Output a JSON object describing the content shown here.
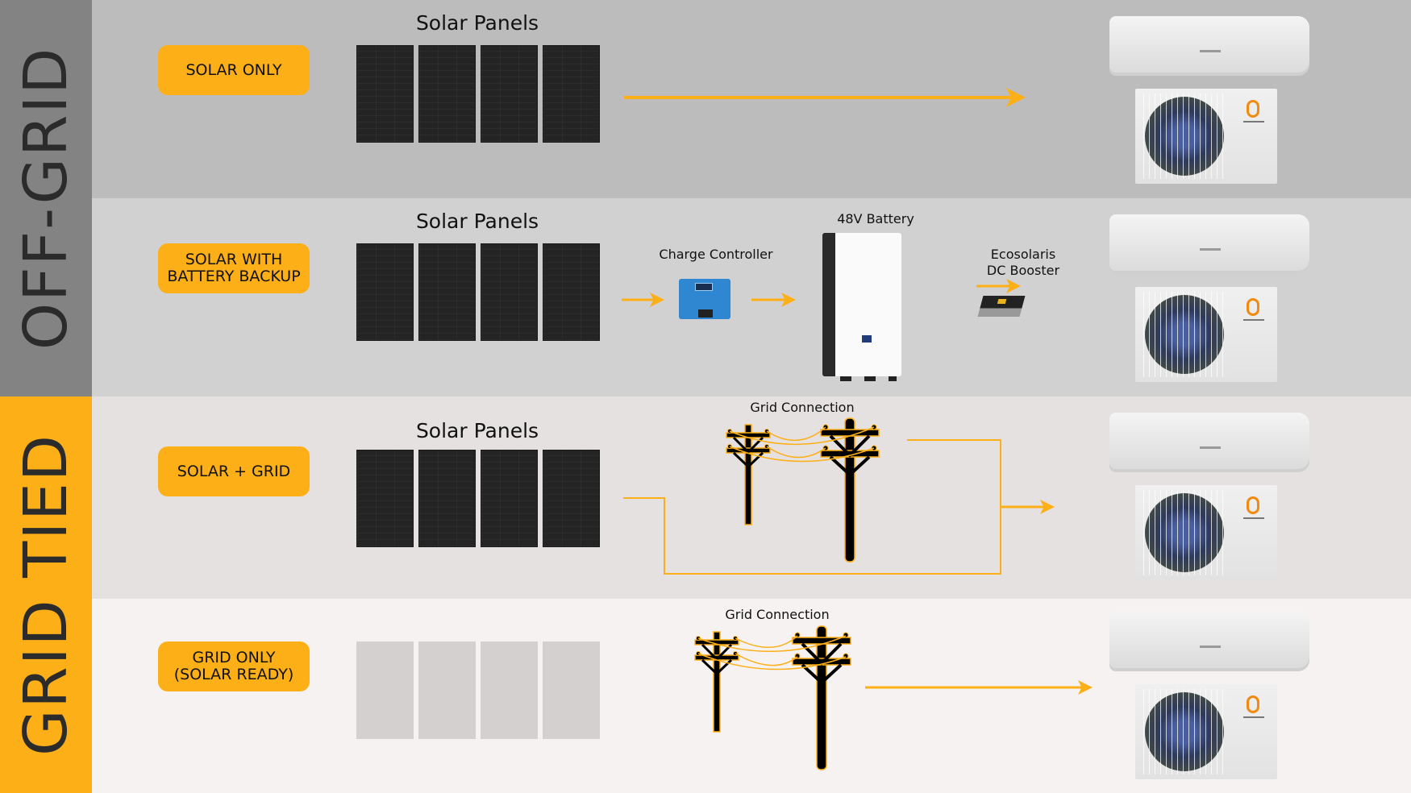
{
  "sections": {
    "off_grid": {
      "label": "OFF-GRID",
      "color": "#838383"
    },
    "grid_tied": {
      "label": "GRID TIED",
      "color": "#fdaf17"
    }
  },
  "accent_color": "#fdaf17",
  "rows": [
    {
      "pill": "SOLAR ONLY",
      "panels_title": "Solar Panels",
      "panels": 4,
      "flow": "Solar Panels → Mini-split AC",
      "bg": "#bcbcbc"
    },
    {
      "pill_line1": "SOLAR WITH",
      "pill_line2": "BATTERY BACKUP",
      "panels_title": "Solar Panels",
      "panels": 4,
      "charge_controller": "Charge Controller",
      "battery": "48V Battery",
      "booster_line1": "Ecosolaris",
      "booster_line2": "DC Booster",
      "flow": "Solar Panels → Charge Controller → 48V Battery → DC Booster → Mini-split AC",
      "bg": "#d1d1d1"
    },
    {
      "pill": "SOLAR + GRID",
      "panels_title": "Solar Panels",
      "panels": 4,
      "grid": "Grid Connection",
      "flow": "Solar Panels + Grid Connection → Mini-split AC",
      "bg": "#e5e1e1"
    },
    {
      "pill_line1": "GRID ONLY",
      "pill_line2": "(SOLAR READY)",
      "panels": 4,
      "panels_state": "ghosted",
      "grid": "Grid Connection",
      "flow": "Grid Connection → Mini-split AC",
      "bg": "#f7f2f2"
    }
  ],
  "icons": {
    "solar_panel": "solar-panel-icon",
    "arrow": "arrow-right-icon",
    "power_pole": "utility-pole-icon",
    "ac_unit": "mini-split-ac-icon",
    "charge_controller": "charge-controller-icon",
    "battery": "battery-icon",
    "booster": "dc-booster-icon"
  }
}
